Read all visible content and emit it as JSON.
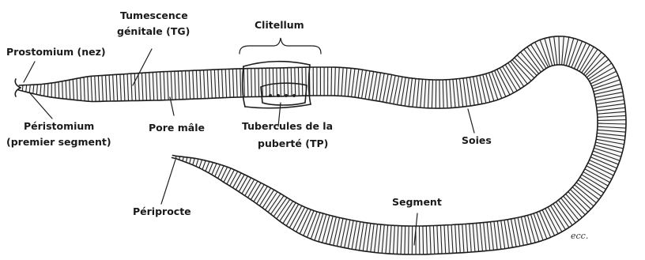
{
  "diagram": {
    "labels": {
      "tumescence_line1": "Tumescence",
      "tumescence_line2": "génitale (TG)",
      "clitellum": "Clitellum",
      "prostomium": "Prostomium (nez)",
      "peristomium_line1": "Péristomium",
      "peristomium_line2": "(premier segment)",
      "pore_male": "Pore mâle",
      "tubercules_line1": "Tubercules de la",
      "tubercules_line2": "puberté (TP)",
      "soies": "Soies",
      "periprocte": "Périprocte",
      "segment": "Segment"
    },
    "signature": "ecc."
  }
}
